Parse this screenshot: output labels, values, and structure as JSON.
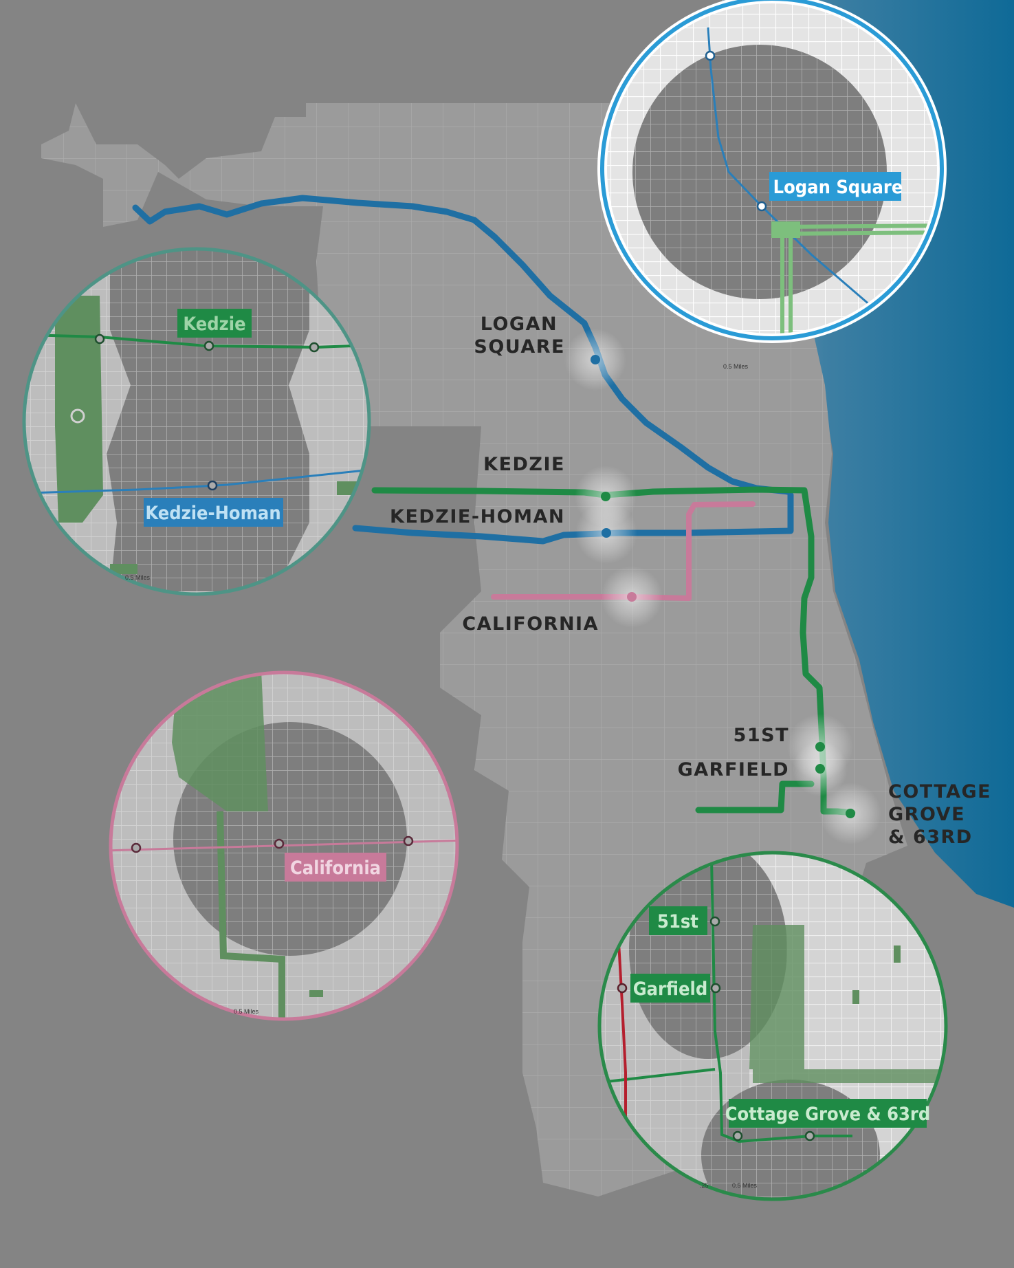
{
  "colors": {
    "background": "#848484",
    "city": "#9b9b9b",
    "street": "#b3b3b3",
    "lake": "#1b7098",
    "blue_line": "#1f6fa3",
    "green_line": "#1f8a45",
    "pink_line": "#c87a9a",
    "red_line": "#b51f2e",
    "park": "#5f8f5f"
  },
  "stations": [
    {
      "id": "logan-square",
      "lines": [
        "LOGAN",
        "SQUARE"
      ],
      "color": "blue"
    },
    {
      "id": "kedzie",
      "lines": [
        "KEDZIE"
      ],
      "color": "green"
    },
    {
      "id": "kedzie-homan",
      "lines": [
        "KEDZIE-HOMAN"
      ],
      "color": "blue"
    },
    {
      "id": "california",
      "lines": [
        "CALIFORNIA"
      ],
      "color": "pink"
    },
    {
      "id": "51st",
      "lines": [
        "51ST"
      ],
      "color": "green"
    },
    {
      "id": "garfield",
      "lines": [
        "GARFIELD"
      ],
      "color": "green"
    },
    {
      "id": "cottage-grove",
      "lines": [
        "COTTAGE",
        "GROVE",
        "& 63RD"
      ],
      "color": "green"
    }
  ],
  "insets": {
    "logan_square": {
      "label": "Logan Square",
      "scale": "0.5 Miles",
      "ring_color": "#2a9bd6",
      "label_bg": "#2a9bd6"
    },
    "kedzie": {
      "labels": [
        "Kedzie",
        "Kedzie-Homan"
      ],
      "scale": "0.5 Miles",
      "ring_color": "#4e9486"
    },
    "california": {
      "label": "California",
      "scale": "0.5 Miles",
      "ring_color": "#c87a9a"
    },
    "south": {
      "labels": [
        "51st",
        "Garfield",
        "Cottage Grove & 63rd"
      ],
      "scale": "0.5 Miles",
      "scale_left": ".25",
      "ring_color": "#2a8a4a"
    }
  }
}
